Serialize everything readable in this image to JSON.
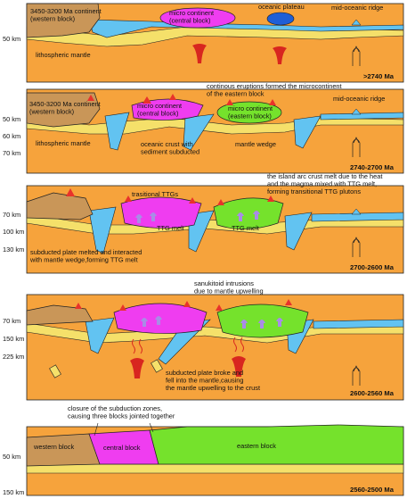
{
  "colors": {
    "mantle": "#f6a33c",
    "mantle_light": "#fbb75b",
    "lithosphere": "#f5e06a",
    "oceanic_crust": "#62c3f1",
    "western_block": "#c99658",
    "central_block": "#ef3df0",
    "eastern_block": "#75e22c",
    "plateau": "#1f5fd6",
    "plume": "#d8261f",
    "arc_volcano": "#e8322b",
    "ttg_pluton": "#a98ce6",
    "outline": "#222222"
  },
  "panels": [
    {
      "age": ">2740 Ma",
      "depth_labels": [
        "50 km"
      ],
      "labels": {
        "western_block": "3450-3200 Ma continent\n(western block)",
        "central_block": "micro continent\n(central block)",
        "plateau": "oceanic plateau",
        "ridge": "mid-oceanic ridge",
        "lith_mantle": "lithospheric mantle"
      }
    },
    {
      "age": "2740-2700 Ma",
      "depth_labels": [
        "50 km",
        "60 km",
        "70 km"
      ],
      "labels": {
        "western_block": "3450-3200 Ma continent\n(western block)",
        "central_block": "micro continent\n(central block)",
        "eastern_block": "micro continent\n(eastern block)",
        "eruptions": "continous eruptions formed the microcontinent\nof the eastern block",
        "ridge": "mid-oceanic ridge",
        "lith_mantle": "lithospheric mantle",
        "oceanic_crust": "oceanic crust with\nsediment subducted",
        "mantle_wedge": "mantle wedge"
      }
    },
    {
      "age": "2700-2600 Ma",
      "depth_labels": [
        "70 km",
        "100 km",
        "130 km"
      ],
      "labels": {
        "transitional": "trasitional TTGs",
        "arc_melt": "the island arc crust melt due to the heat\nand the magma mixed with TTG melt,\nforming transitional TTG plutons",
        "ttg_melt_1": "TTG melt",
        "ttg_melt_2": "TTG melt",
        "subducted": "subducted plate melted and interacted\nwith mantle wedge,forming TTG melt"
      }
    },
    {
      "age": "2600-2560 Ma",
      "depth_labels": [
        "70 km",
        "150 km",
        "225 km"
      ],
      "labels": {
        "sanukitoid": "sanukitoid intrusions\ndue to mantle upwelling",
        "broke": "subducted plate broke and\nfell into the mantle,causing\nthe mantle upwelling to the crust"
      }
    },
    {
      "age": "2560-2500 Ma",
      "depth_labels": [
        "50 km",
        "150 km"
      ],
      "labels": {
        "closure": "closure of the subduction zones,\ncausing three blocks jointed together",
        "western_block": "western block",
        "central_block": "central block",
        "eastern_block": "eastern block"
      }
    }
  ]
}
